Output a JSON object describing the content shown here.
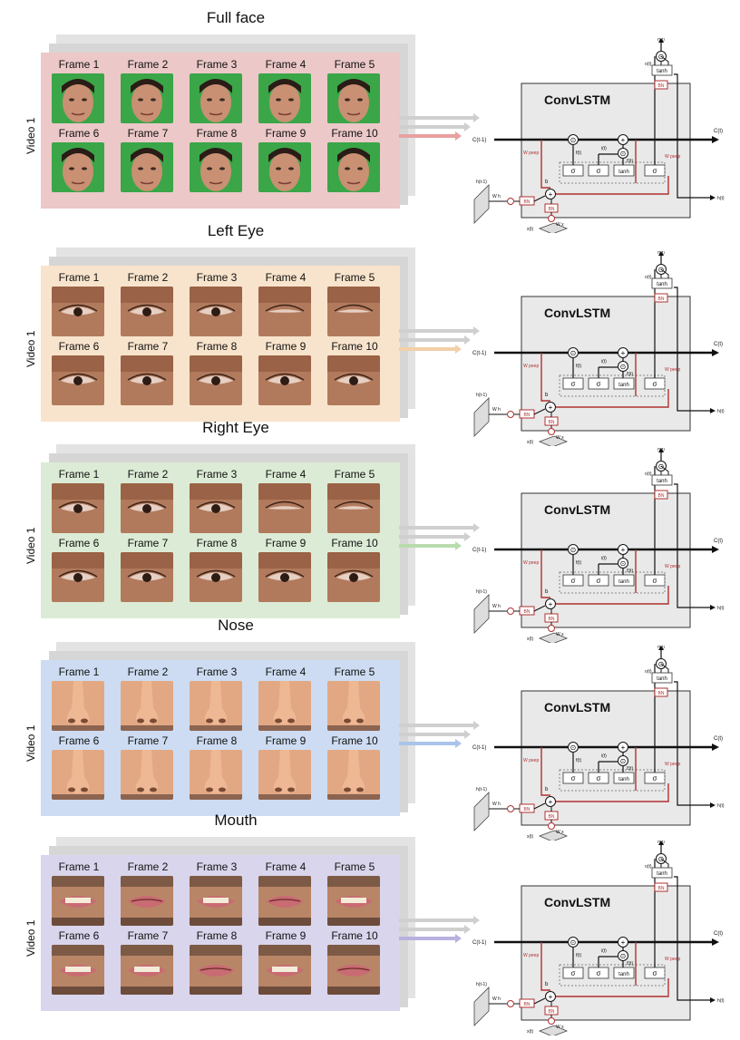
{
  "video_label": "Video 1",
  "frame_labels": [
    "Frame 1",
    "Frame 2",
    "Frame 3",
    "Frame 4",
    "Frame 5",
    "Frame 6",
    "Frame 7",
    "Frame 8",
    "Frame 9",
    "Frame 10"
  ],
  "rows": [
    {
      "title": "Full face",
      "panel_color": "#ecc8c8",
      "arrow_color": "#e8a0a0",
      "thumb": "face"
    },
    {
      "title": "Left Eye",
      "panel_color": "#f8e4cc",
      "arrow_color": "#f2cfa6",
      "thumb": "eye"
    },
    {
      "title": "Right Eye",
      "panel_color": "#dcebd6",
      "arrow_color": "#b9dcae",
      "thumb": "eye"
    },
    {
      "title": "Nose",
      "panel_color": "#cddcf2",
      "arrow_color": "#aac3ea",
      "thumb": "nose"
    },
    {
      "title": "Mouth",
      "panel_color": "#d9d5ec",
      "arrow_color": "#b8b0e0",
      "thumb": "mouth"
    }
  ],
  "convlstm": {
    "title": "ConvLSTM",
    "c_prev": "C(t-1)",
    "c_out": "C(t)",
    "h_prev": "h(t-1)",
    "h_out": "h(t)",
    "h_top": "h(t)",
    "x_in": "x(t)",
    "o_gate": "o(t)",
    "f_gate": "f(t)",
    "i_gate": "i(t)",
    "c_tilde": "c̃(t)",
    "b": "b",
    "w_peep": "W peep",
    "w_h": "W h",
    "w_x": "W x",
    "bn": "BN",
    "sigma": "σ",
    "tanh": "tanh"
  },
  "colors": {
    "shadow": "#d6d6d6",
    "arrow_gray": "#cfcfcf",
    "bn_red": "#b03030",
    "lstm_box": "#e9e9e9"
  }
}
